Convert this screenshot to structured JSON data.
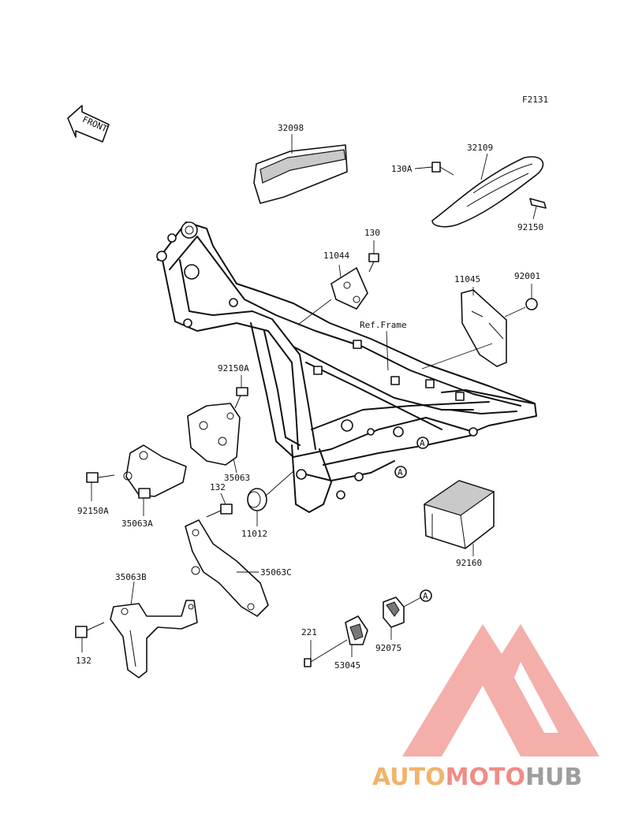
{
  "figure_code": "F2131",
  "front_label": "FRONT",
  "ref_frame_label": "Ref.Frame",
  "ref_marker": "A",
  "parts": {
    "p32098": "32098",
    "p32109": "32109",
    "p130A": "130A",
    "p92150": "92150",
    "p130": "130",
    "p11044": "11044",
    "p11045": "11045",
    "p92001": "92001",
    "p92150A_top": "92150A",
    "p35063": "35063",
    "p92150A_left": "92150A",
    "p35063A": "35063A",
    "p132_mid": "132",
    "p11012": "11012",
    "p35063C": "35063C",
    "p92160": "92160",
    "p35063B": "35063B",
    "p132_bottom": "132",
    "p221": "221",
    "p53045": "53045",
    "p92075": "92075"
  },
  "watermark": {
    "part1": "AUTO",
    "part2": "MOTO",
    "part3": "HUB",
    "colors": {
      "auto": "#f2b36a",
      "moto": "#ef8d86",
      "hub": "#9e9e9e",
      "logo": "#f3a29c"
    }
  }
}
